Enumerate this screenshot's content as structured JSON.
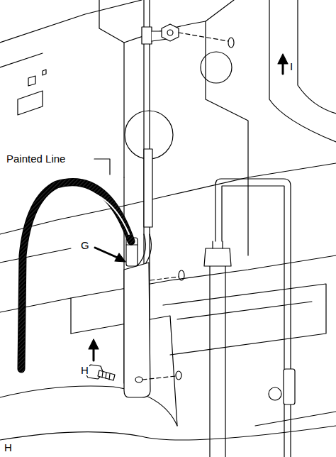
{
  "diagram": {
    "labels": [
      "Painted Line",
      "G",
      "H",
      "I",
      "H"
    ]
  }
}
